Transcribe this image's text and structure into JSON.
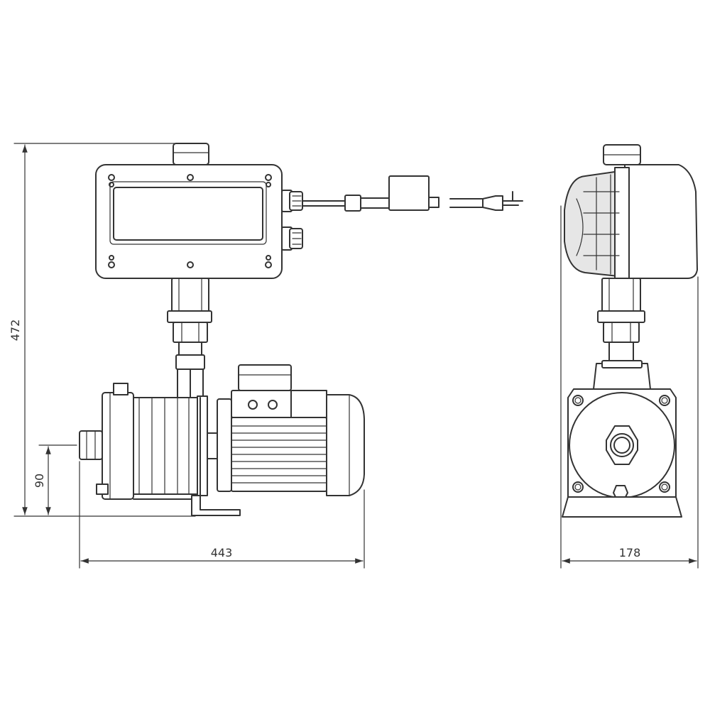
{
  "dimensions": {
    "height_total": "472",
    "inlet_height": "90",
    "length_total": "443",
    "width_total": "178"
  },
  "colors": {
    "line": "#333333",
    "background": "#ffffff",
    "shade": "#e6e6e6"
  }
}
